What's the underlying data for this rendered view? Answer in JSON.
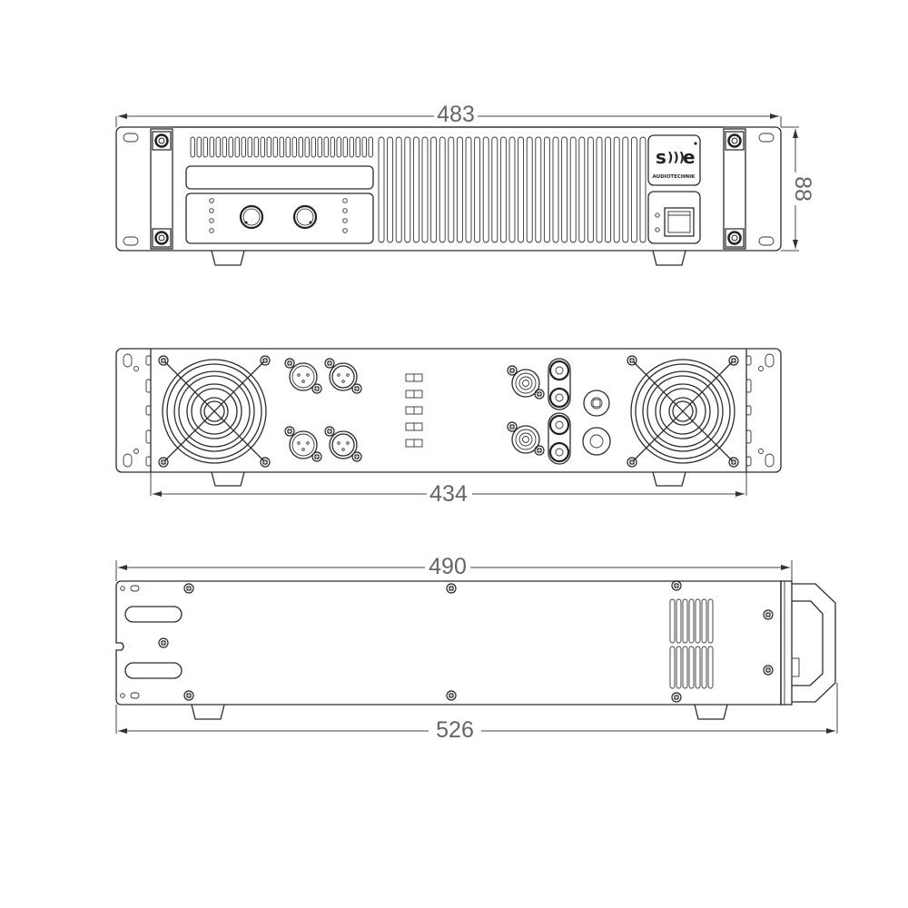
{
  "drawing": {
    "type": "dimension-drawing",
    "subject": "2U rack power amplifier",
    "views": [
      {
        "id": "front",
        "label": "front-view"
      },
      {
        "id": "rear",
        "label": "rear-view"
      },
      {
        "id": "side",
        "label": "side-view"
      }
    ],
    "dimensions": {
      "front_width": "483",
      "front_height": "88",
      "rear_width": "434",
      "side_body_depth": "490",
      "side_total_depth": "526"
    },
    "logo": {
      "mark_left": "s",
      "mark_waves": ")))",
      "mark_right": "e",
      "brand_text": "AUDIOTECHNIK"
    },
    "front_panel": {
      "knob_count": 2,
      "led_columns": 2,
      "leds_per_column": 4,
      "power_switch": true,
      "power_leds": 2
    },
    "rear_panel": {
      "fans": 2,
      "xlr_connectors": 4,
      "dip_switches": 5,
      "speakon_outputs": 2,
      "binding_post_pairs": 2,
      "fuse_holder": 1,
      "power_inlet": 1
    },
    "colors": {
      "line": "#2b2b2b",
      "dimension_text": "#666666",
      "background": "#ffffff"
    }
  }
}
